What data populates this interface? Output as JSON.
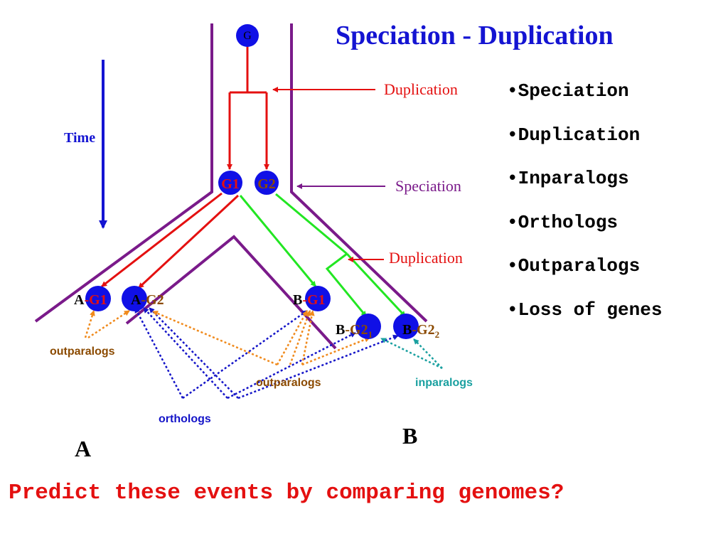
{
  "title": "Speciation - Duplication",
  "time_label": "Time",
  "events": {
    "duplication_top": "Duplication",
    "speciation": "Speciation",
    "duplication_lower": "Duplication"
  },
  "genes": {
    "root": "G",
    "g1": "G1",
    "g2": "G2",
    "a_prefix": "A",
    "b_prefix": "B",
    "dash": "-",
    "gene_g1": "G1",
    "gene_g2": "G2",
    "subscript_1": "1",
    "subscript_2": "2"
  },
  "relations": {
    "outparalogs_left": "outparalogs",
    "outparalogs_right": "outparalogs",
    "inparalogs": "inparalogs",
    "orthologs": "orthologs"
  },
  "species": {
    "a": "A",
    "b": "B"
  },
  "bullets": [
    "•Speciation",
    "•Duplication",
    "•Inparalogs",
    "•Orthologs",
    "•Outparalogs",
    "•Loss of genes"
  ],
  "question": "Predict these events by comparing genomes?",
  "colors": {
    "title": "#1414d2",
    "species_tree": "#7a1a8a",
    "gene_red": "#e41010",
    "gene_green": "#22e622",
    "node_blue": "#1010e6",
    "time_arrow": "#1414d2",
    "orthologs": "#1414c8",
    "outparalogs": "#f08a1c",
    "inparalogs": "#1aa0a0",
    "question": "#e41010"
  }
}
